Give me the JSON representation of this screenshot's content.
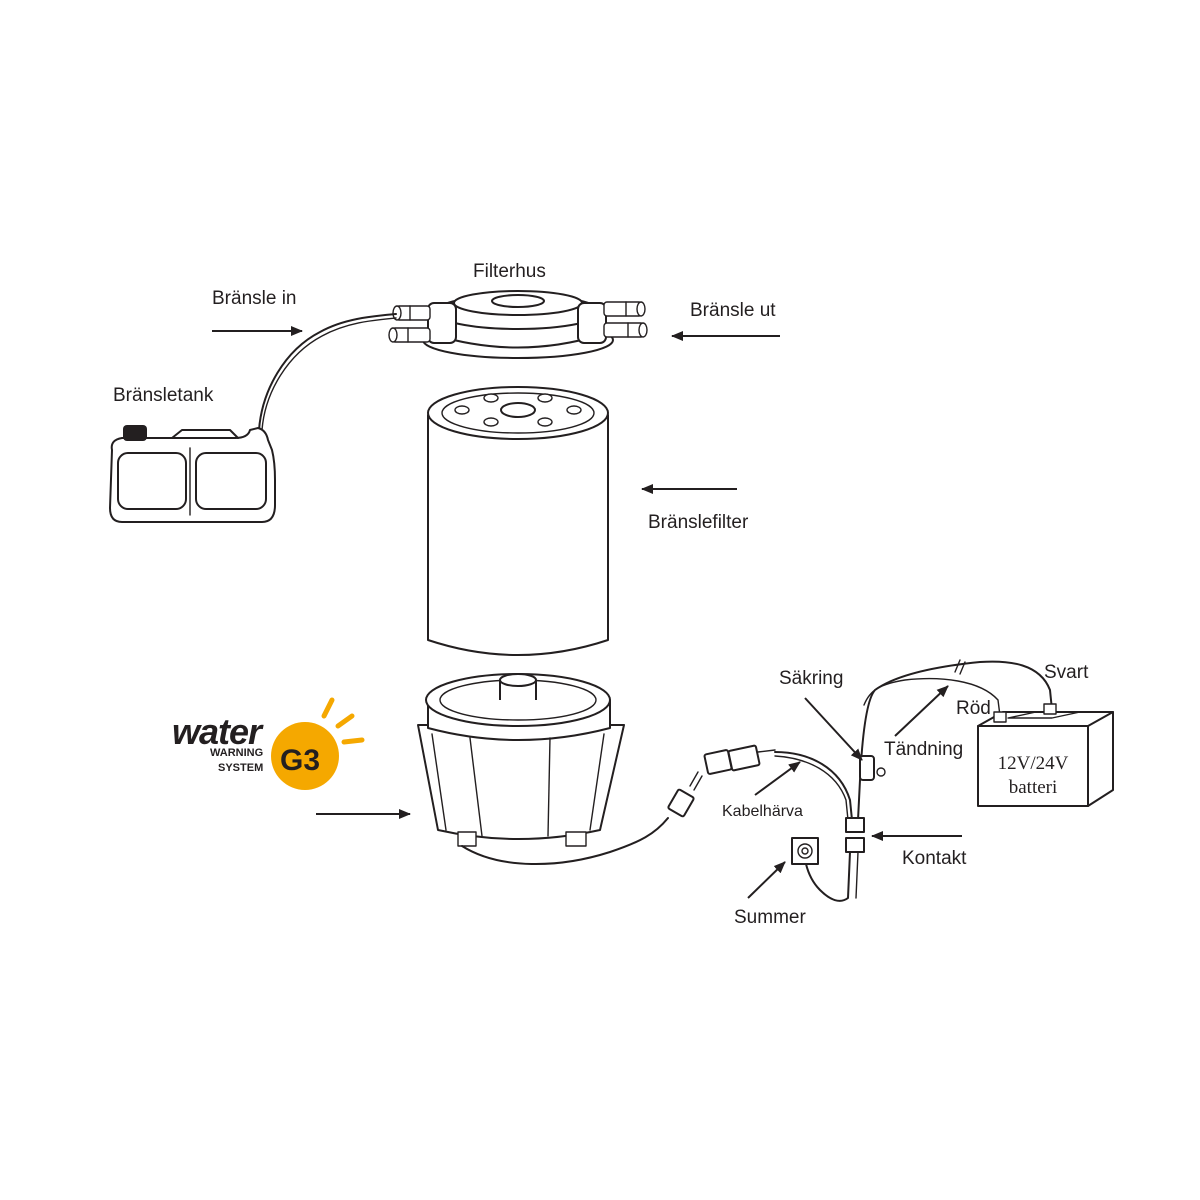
{
  "labels": {
    "filterhus": "Filterhus",
    "bransle_in": "Bränsle in",
    "bransle_ut": "Bränsle ut",
    "bransletank": "Bränsletank",
    "branslefilter": "Bränslefilter",
    "sakring": "Säkring",
    "svart": "Svart",
    "rod": "Röd",
    "tandning": "Tändning",
    "kabelharva": "Kabelhärva",
    "kontakt": "Kontakt",
    "summer": "Summer",
    "battery_line1": "12V/24V",
    "battery_line2": "batteri"
  },
  "logo": {
    "word": "water",
    "line1": "WARNING",
    "line2": "SYSTEM",
    "badge": "G3",
    "color": "#F5A800"
  }
}
